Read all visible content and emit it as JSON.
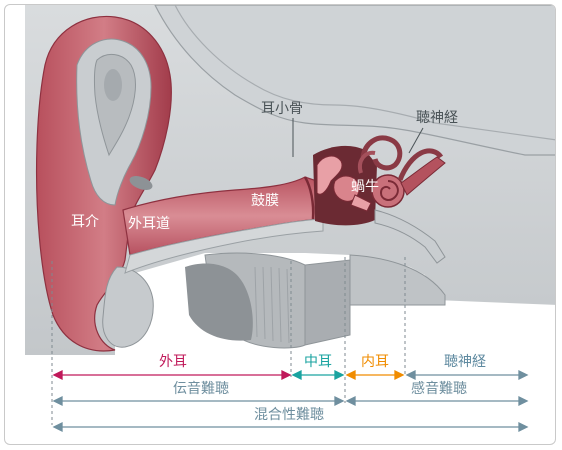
{
  "labels": {
    "pinna": "耳介",
    "ear_canal": "外耳道",
    "eardrum": "鼓膜",
    "ossicles": "耳小骨",
    "cochlea": "蝸牛",
    "auditory_nerve": "聴神経"
  },
  "sections": {
    "outer_ear": "外耳",
    "middle_ear": "中耳",
    "inner_ear": "内耳",
    "nerve": "聴神経"
  },
  "hearing_loss": {
    "conductive": "伝音難聴",
    "sensorineural": "感音難聴",
    "mixed": "混合性難聴"
  },
  "colors": {
    "outer_ear": "#c0195a",
    "middle_ear": "#1aa3a0",
    "inner_ear": "#f08c00",
    "nerve": "#5f8aa0",
    "bracket": "#6f8f9f",
    "tissue_red": "#c9707a",
    "bone_grey": "#b8bcbf"
  }
}
